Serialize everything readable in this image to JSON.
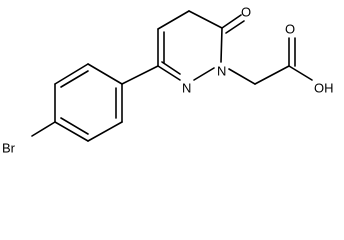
{
  "structure": {
    "atoms": {
      "O_keto": "O",
      "N_ring_1": "N",
      "N_ring_2": "N",
      "OH_acid": "OH",
      "O_acid": "O",
      "Br": "Br"
    }
  }
}
